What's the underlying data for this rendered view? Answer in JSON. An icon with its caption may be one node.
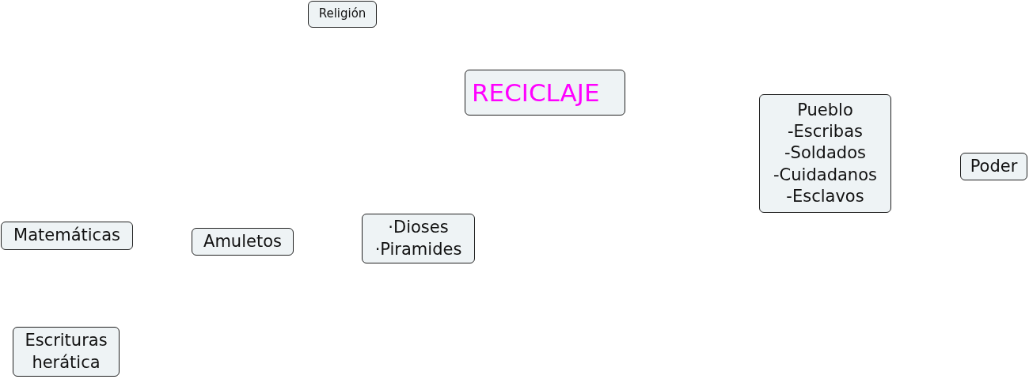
{
  "diagram": {
    "nodes": [
      {
        "text": [
          "Religión"
        ]
      },
      {
        "text": [
          "RECICLAJE"
        ]
      },
      {
        "text": [
          "Pueblo",
          "-Escribas",
          "-Soldados",
          "-Cuidadanos",
          "-Esclavos"
        ]
      },
      {
        "text": [
          "Poder"
        ]
      },
      {
        "text": [
          "Matemáticas"
        ]
      },
      {
        "text": [
          "Amuletos"
        ]
      },
      {
        "text": [
          "·Dioses",
          "·Piramides"
        ]
      },
      {
        "text": [
          "Escrituras herática"
        ]
      }
    ]
  }
}
